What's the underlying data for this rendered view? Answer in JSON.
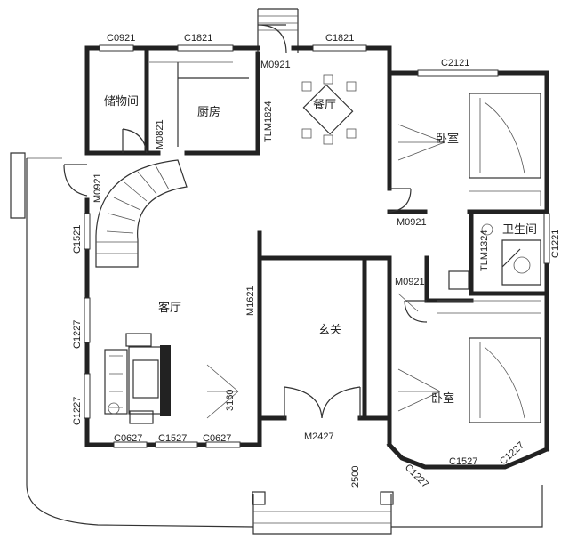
{
  "rooms": {
    "storage": "储物间",
    "kitchen": "厨房",
    "dining": "餐厅",
    "bedroom_top": "卧室",
    "bathroom": "卫生间",
    "living": "客厅",
    "foyer": "玄关",
    "bedroom_bottom": "卧室"
  },
  "codes": {
    "c0921_top": "C0921",
    "c1821_top_left": "C1821",
    "c1821_top_right": "C1821",
    "m0921_top": "M0921",
    "c2121": "C2121",
    "m0821": "M0821",
    "tlm1824": "TLM1824",
    "m0921_left": "M0921",
    "m0921_mid": "M0921",
    "c1521": "C1521",
    "tlm1324": "TLM1324",
    "c1221_right": "C1221",
    "m0921_bath": "M0921",
    "m1621": "M1621",
    "c1227_left_upper": "C1227",
    "c1227_left_lower": "C1227",
    "tlm3160": "3160",
    "m2427": "M2427",
    "c0627_a": "C0627",
    "c1527_bottom": "C1527",
    "c0627_b": "C0627",
    "c1227_bay_left": "C1227",
    "c1527_bay": "C1527",
    "c1227_bay_right": "C1227",
    "dim_2500": "2500"
  }
}
